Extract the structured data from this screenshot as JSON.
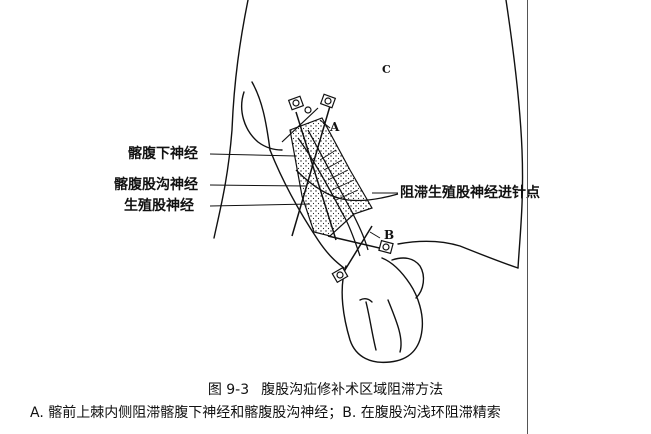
{
  "diagram": {
    "region_letter": "C",
    "needle_a_letter": "A",
    "needle_b_letter": "B",
    "labels": {
      "iliohypogastric": "髂腹下神经",
      "ilioinguinal": "髂腹股沟神经",
      "genitofemoral": "生殖股神经",
      "genitofemoral_entry": "阻滞生殖股神经进针点"
    }
  },
  "caption": {
    "figure_number": "图 9-3",
    "title": "腹股沟疝修补术区域阻滞方法",
    "subtitle": "A. 髂前上棘内侧阻滞髂腹下神经和髂腹股沟神经；B. 在腹股沟浅环阻滞精索"
  }
}
